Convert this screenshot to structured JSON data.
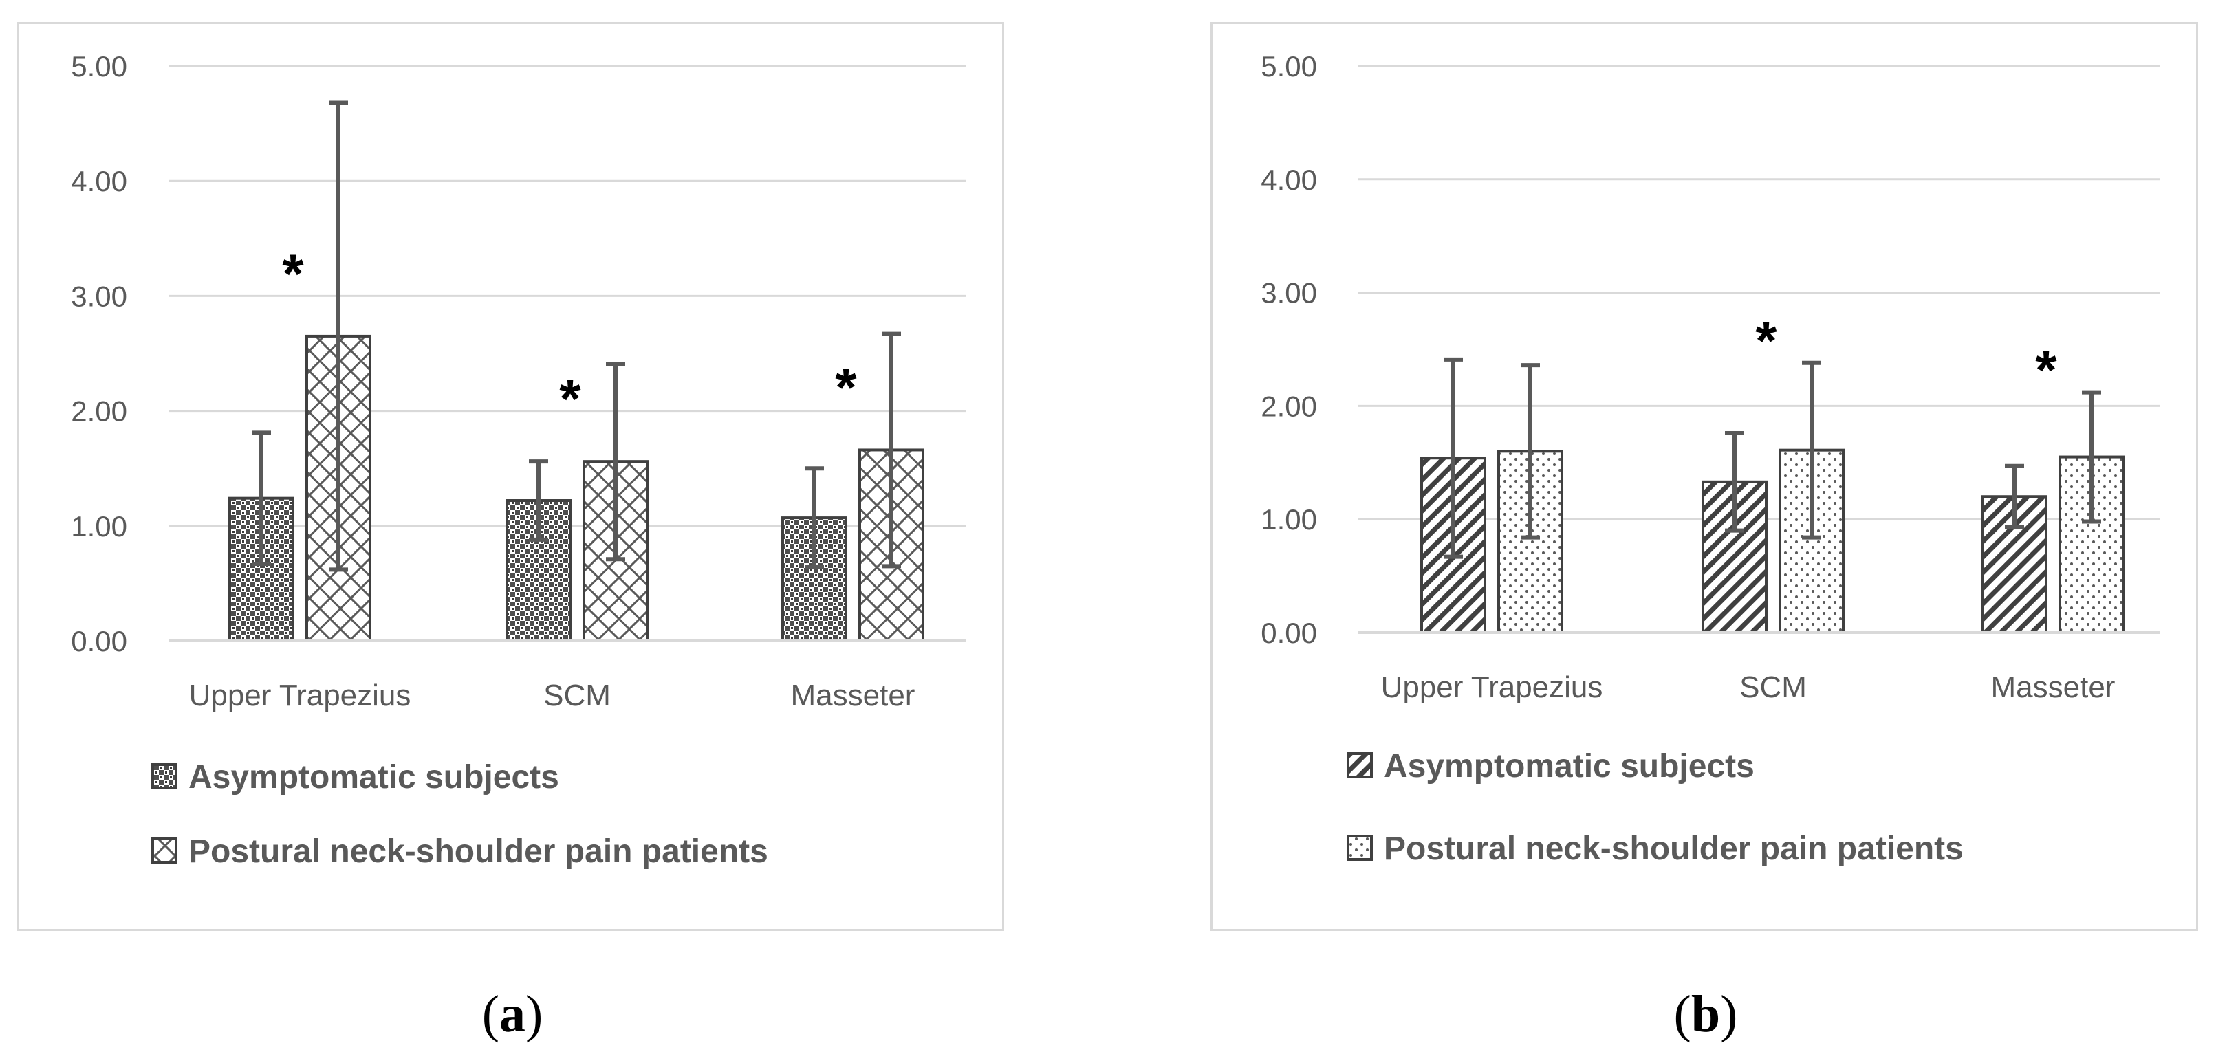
{
  "chart_data": [
    {
      "type": "bar",
      "panel_label": "a",
      "categories": [
        "Upper Trapezius",
        "SCM",
        "Masseter"
      ],
      "y_ticks": [
        "0.00",
        "1.00",
        "2.00",
        "3.00",
        "4.00",
        "5.00"
      ],
      "ylim": [
        0,
        5
      ],
      "grid": true,
      "legend_placement": "bottom",
      "series": [
        {
          "name": "Asymptomatic subjects",
          "pattern": "checker-dark",
          "values": [
            1.24,
            1.22,
            1.07
          ],
          "error": [
            0.57,
            0.34,
            0.43
          ]
        },
        {
          "name": "Postural neck-shoulder pain patients",
          "pattern": "crosshatch-light",
          "values": [
            2.65,
            1.56,
            1.66
          ],
          "error": [
            2.03,
            0.85,
            1.01
          ]
        }
      ],
      "significance_marks": [
        "*",
        "*",
        "*"
      ]
    },
    {
      "type": "bar",
      "panel_label": "b",
      "categories": [
        "Upper Trapezius",
        "SCM",
        "Masseter"
      ],
      "y_ticks": [
        "0.00",
        "1.00",
        "2.00",
        "3.00",
        "4.00",
        "5.00"
      ],
      "ylim": [
        0,
        5
      ],
      "grid": true,
      "legend_placement": "bottom",
      "series": [
        {
          "name": "Asymptomatic subjects",
          "pattern": "diagonal-stripes",
          "values": [
            1.54,
            1.33,
            1.2
          ],
          "error": [
            0.87,
            0.43,
            0.27
          ]
        },
        {
          "name": "Postural neck-shoulder pain patients",
          "pattern": "dots",
          "values": [
            1.6,
            1.61,
            1.55
          ],
          "error": [
            0.76,
            0.77,
            0.57
          ]
        }
      ],
      "significance_marks": [
        "",
        "*",
        "*"
      ]
    }
  ],
  "colors": {
    "grid": "#d9d9d9",
    "axis_text": "#595959",
    "error_bar": "#595959",
    "bar_outline": "#404040"
  }
}
